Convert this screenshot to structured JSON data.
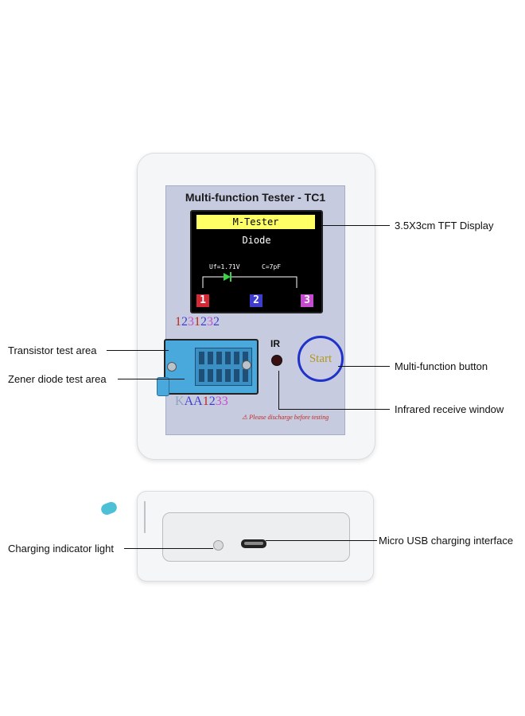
{
  "device": {
    "title": "Multi-function Tester - TC1",
    "screen": {
      "header": "M-Tester",
      "mode": "Diode",
      "uf": "Uf=1.71V",
      "cap": "C=7pF",
      "pins": [
        "1",
        "2",
        "3"
      ],
      "pin_colors": [
        "#d32a36",
        "#3f3dd0",
        "#c54bd0"
      ]
    },
    "socket_top_numbers": [
      "1",
      "2",
      "3",
      "1",
      "2",
      "3",
      "2"
    ],
    "socket_top_colors": [
      "#c0281e",
      "#3f3dd0",
      "#c54bd0",
      "#c0281e",
      "#3f3dd0",
      "#c54bd0",
      "#3f3dd0"
    ],
    "socket_bottom_labels": [
      "K",
      "A",
      "A",
      "1",
      "2",
      "3",
      "3"
    ],
    "socket_bottom_colors": [
      "#8fa3c0",
      "#3f3dd0",
      "#3f3dd0",
      "#c0281e",
      "#3f3dd0",
      "#c54bd0",
      "#c54bd0"
    ],
    "ir_label": "IR",
    "start_label": "Start",
    "warning": "⚠ Please discharge before testing"
  },
  "callouts": {
    "tft_display": "3.5X3cm TFT Display",
    "transistor_area": "Transistor test area",
    "zener_area": "Zener diode test area",
    "multi_button": "Multi-function button",
    "infrared": "Infrared  receive window",
    "charging_light": "Charging indicator light",
    "usb_interface": "Micro USB charging interface"
  }
}
